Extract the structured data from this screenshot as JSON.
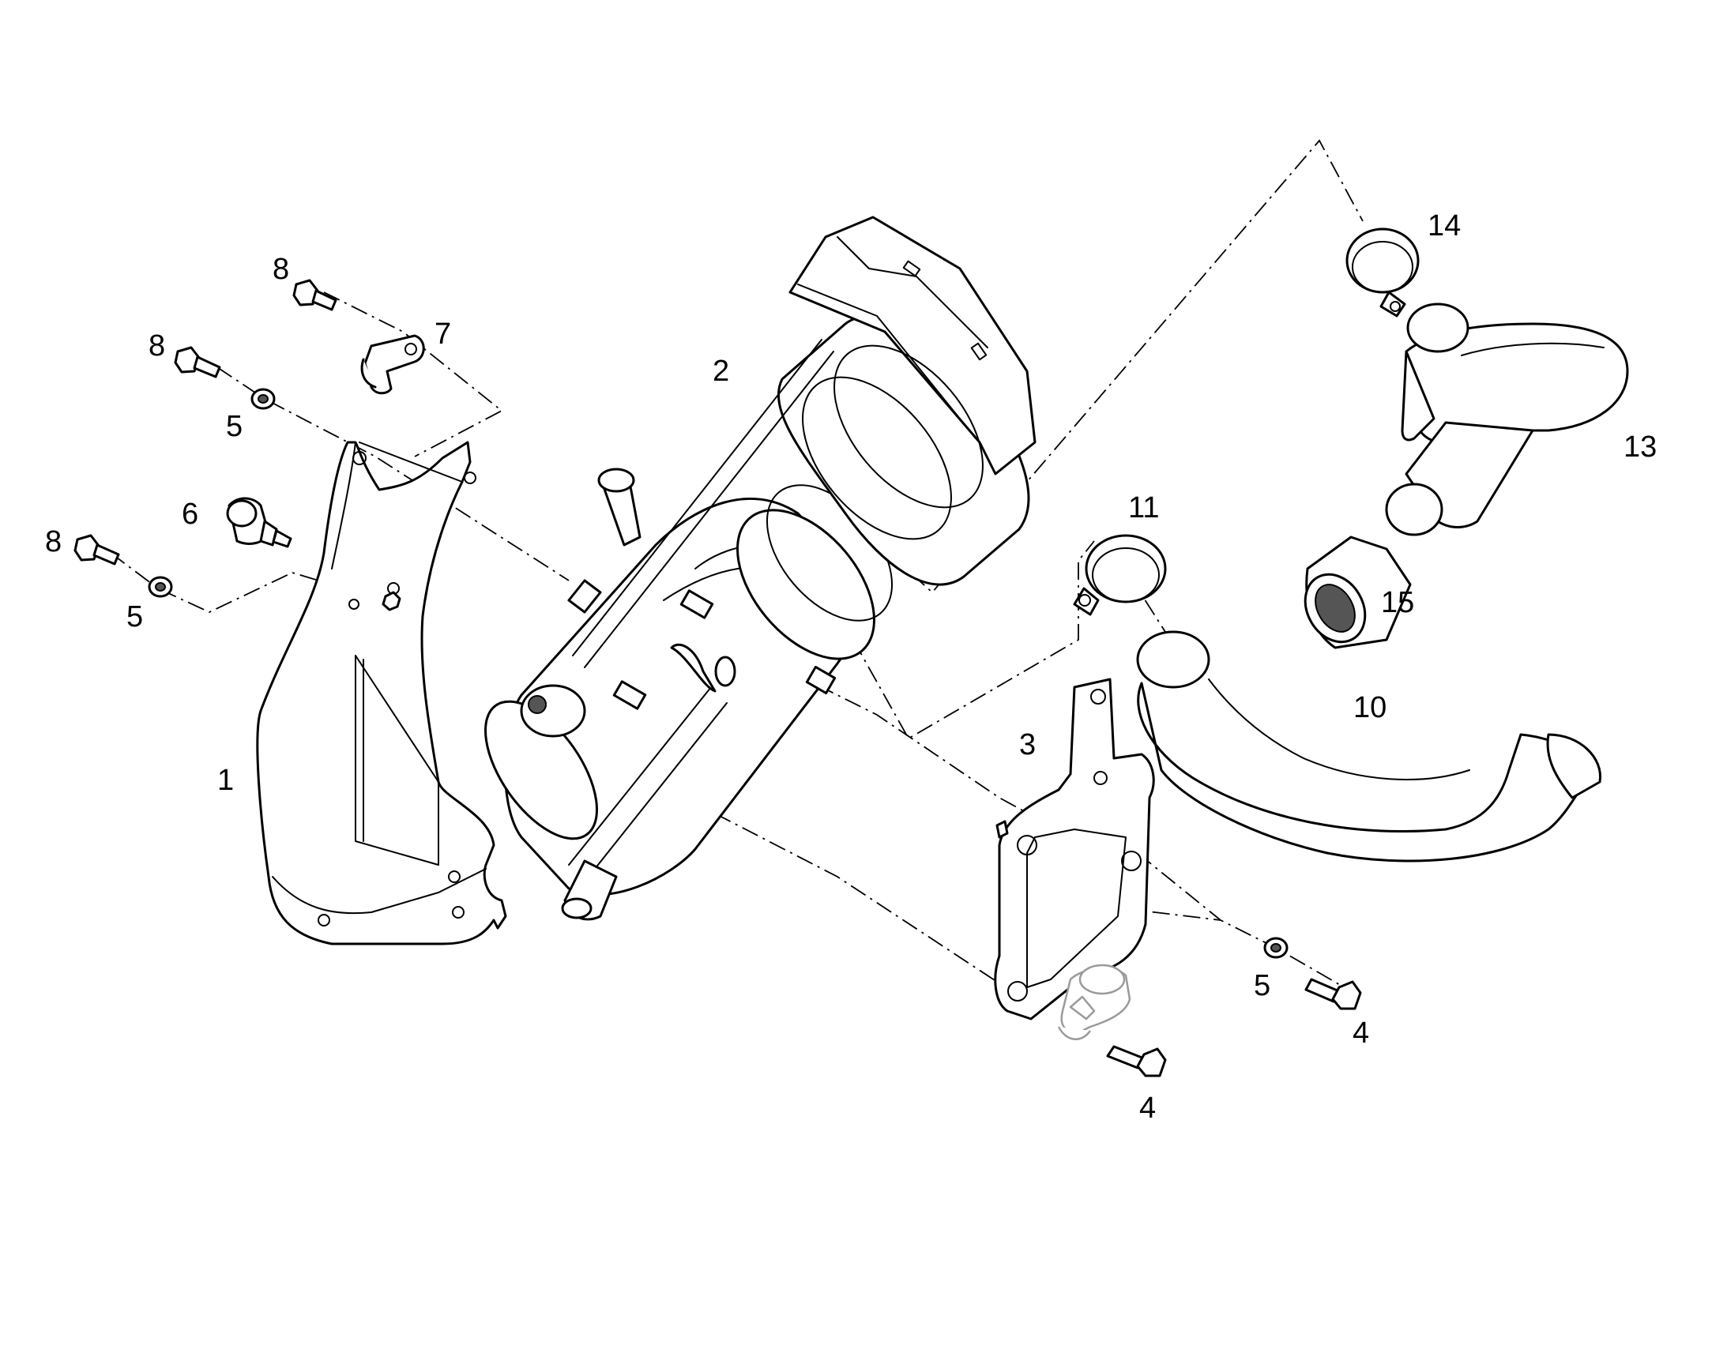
{
  "callouts": {
    "c1": "1",
    "c2": "2",
    "c3": "3",
    "c4a": "4",
    "c4b": "4",
    "c5a": "5",
    "c5b": "5",
    "c5c": "5",
    "c6": "6",
    "c7": "7",
    "c8a": "8",
    "c8b": "8",
    "c8c": "8",
    "c10": "10",
    "c11": "11",
    "c13": "13",
    "c14": "14",
    "c15": "15"
  },
  "colors": {
    "line": "#000000",
    "background": "#ffffff",
    "ghost_part": "#9a9a9a"
  }
}
